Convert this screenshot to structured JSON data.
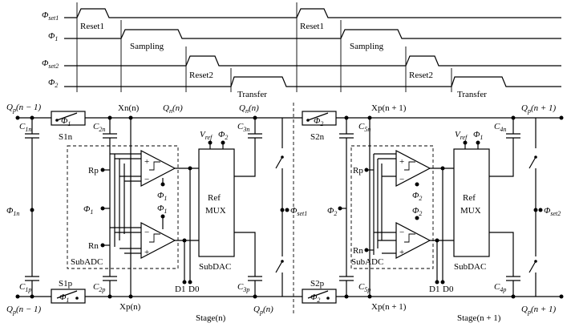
{
  "timing": {
    "signals": [
      {
        "label": "Φ",
        "sub": "set1"
      },
      {
        "label": "Φ",
        "sub": "1"
      },
      {
        "label": "Φ",
        "sub": "set2"
      },
      {
        "label": "Φ",
        "sub": "2"
      }
    ],
    "phases": [
      "Reset1",
      "Sampling",
      "Reset2",
      "Transfer",
      "Reset1",
      "Sampling",
      "Reset2",
      "Transfer"
    ]
  },
  "stage_n": {
    "left_top": "Q",
    "left_top_sub": "p",
    "left_top_arg": "(n − 1)",
    "left_bot_arg": "(n − 1)",
    "node_top": "Xn(n)",
    "q_mid": "Q",
    "q_mid_sub": "n",
    "q_mid_arg": "(n)",
    "q_right_top_arg": "(n)",
    "q_right_bot": "Q",
    "q_right_bot_sub": "p",
    "q_right_bot_arg": "(n)",
    "node_bot": "Xp(n)",
    "caption": "Stage(n)",
    "c1n": "C",
    "c1n_sub": "1n",
    "c2n": "C",
    "c2n_sub": "2n",
    "c3n": "C",
    "c3n_sub": "3n",
    "c1p": "C",
    "c1p_sub": "1p",
    "c2p": "C",
    "c2p_sub": "2p",
    "c3p": "C",
    "c3p_sub": "3p",
    "s1n": "S1n",
    "s1p": "S1p",
    "phi1n": "Φ",
    "phi1n_sub": "1n",
    "phi_set": "Φ",
    "phi_set_sub": "set1",
    "rp": "Rp",
    "rn": "Rn",
    "subadc": "SubADC",
    "subdac": "SubDAC",
    "ref": "Ref",
    "mux": "MUX",
    "vref": "V",
    "vref_sub": "ref",
    "phi2_lbl": "Φ",
    "phi2_lbl_sub": "2",
    "phi1_comp": "Φ",
    "phi1_comp_sub": "1",
    "phi1_mid": "Φ",
    "phi1_mid_sub": "1",
    "d1": "D1",
    "d0": "D0"
  },
  "stage_n1": {
    "node_top": "Xp(n + 1)",
    "q_right_top": "Q",
    "q_right_top_sub": "p",
    "q_right_top_arg": "(n + 1)",
    "q_right_bot_arg": "(n + 1)",
    "node_bot": "Xp(n + 1)",
    "caption": "Stage(n + 1)",
    "c5n": "C",
    "c5n_sub": "5n",
    "c4n": "C",
    "c4n_sub": "4n",
    "c5p": "C",
    "c5p_sub": "5p",
    "c4p": "C",
    "c4p_sub": "4p",
    "s2n": "S2n",
    "s2p": "S2p",
    "phi_set": "Φ",
    "phi_set_sub": "set2",
    "phi2_mid": "Φ",
    "phi2_mid_sub": "2",
    "phi1_lbl": "Φ",
    "phi1_lbl_sub": "1",
    "phi2_comp": "Φ",
    "phi2_comp_sub": "2"
  },
  "switch_labels": {
    "s1n_phase": "Φ",
    "s1n_phase_sub": "1",
    "s1p_phase": "Φ",
    "s1p_phase_sub": "1",
    "s2n_phase": "Φ",
    "s2n_phase_sub": "2",
    "s2p_phase": "Φ",
    "s2p_phase_sub": "2"
  }
}
